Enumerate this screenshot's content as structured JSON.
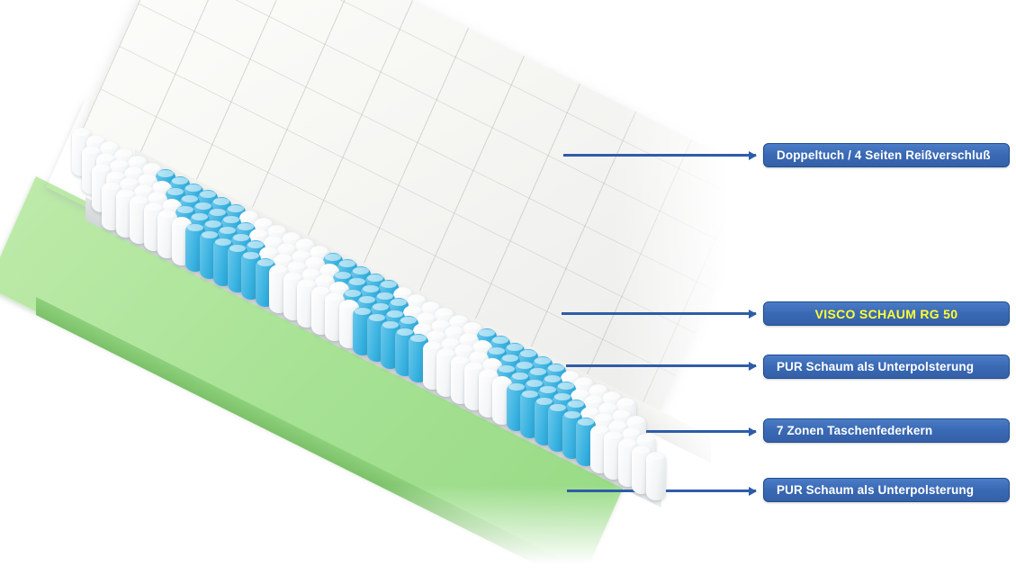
{
  "diagram": {
    "title": "Mattress layer cross-section",
    "colors": {
      "label_background": "#3a69b4",
      "label_border": "#1f4e90",
      "label_text": "#ffffff",
      "highlight_text": "#ffff33",
      "leader_line": "#2f5ca8",
      "visco_foam": "#3fb3e0",
      "pur_foam": "#f6f7f7",
      "base_foam_green": "#a9e396",
      "spring_blue": "#37b1e0",
      "spring_white": "#ffffff",
      "cover_quilt": "#f7f7f4"
    },
    "layers": [
      {
        "id": "cover",
        "name": "quilted-cover",
        "label": "Doppeltuch / 4 Seiten Reißverschluß"
      },
      {
        "id": "visco",
        "name": "visco-foam-layer",
        "label": "VISCO SCHAUM RG 50"
      },
      {
        "id": "pur-top",
        "name": "pur-foam-upper-layer",
        "label": "PUR Schaum als Unterpolsterung"
      },
      {
        "id": "spring-core",
        "name": "pocket-spring-core",
        "label": "7 Zonen Taschenfederkern"
      },
      {
        "id": "pur-bottom",
        "name": "pur-foam-lower-layer",
        "label": "PUR Schaum als Unterpolsterung"
      }
    ],
    "callouts": [
      {
        "label": "Doppeltuch / 4 Seiten Reißverschluß",
        "highlight": false
      },
      {
        "label": "VISCO SCHAUM RG 50",
        "highlight": true
      },
      {
        "label": "PUR Schaum als Unterpolsterung",
        "highlight": false
      },
      {
        "label": "7 Zonen Taschenfederkern",
        "highlight": false
      },
      {
        "label": "PUR Schaum als Unterpolsterung",
        "highlight": false
      }
    ],
    "spring_core": {
      "zones": 7,
      "zone_colors": [
        "white",
        "blue",
        "white",
        "blue",
        "white",
        "blue",
        "white"
      ]
    }
  }
}
